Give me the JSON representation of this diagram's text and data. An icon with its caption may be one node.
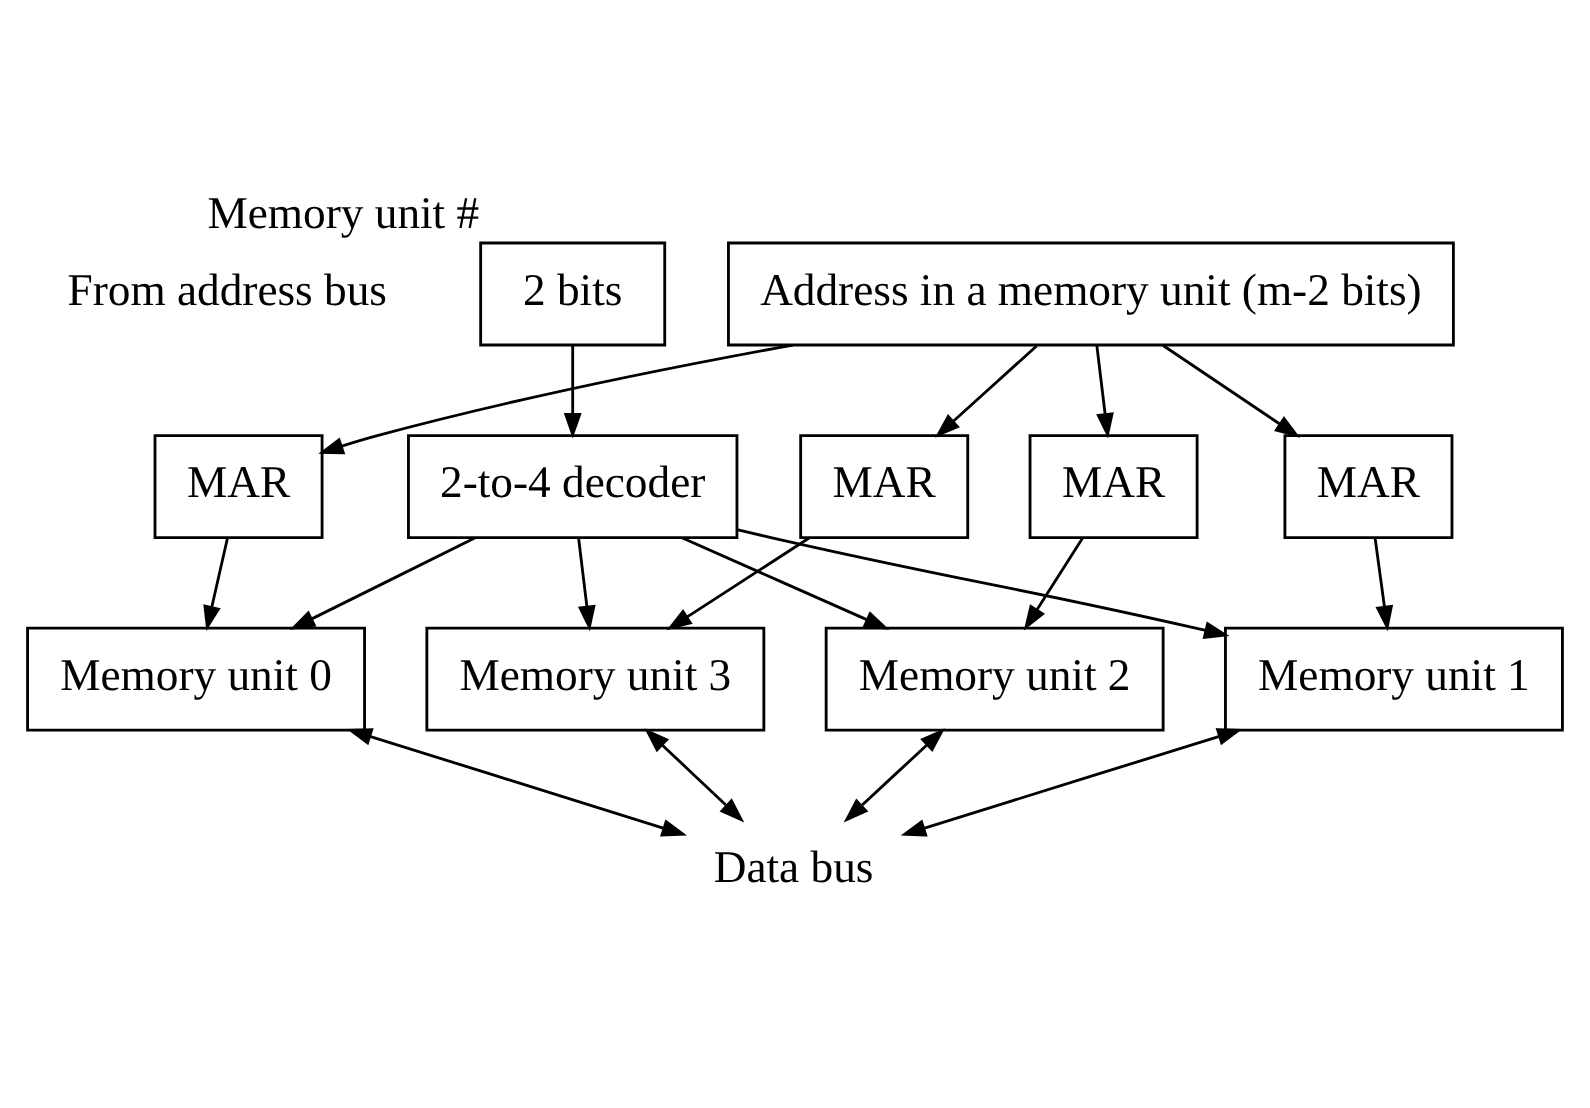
{
  "diagram": {
    "nodes": [
      {
        "text": [
          "Address in a memory unit (m-2 bits)"
        ]
      },
      {
        "text": [
          "2 bits"
        ],
        "beside": [
          "Memory unit #"
        ]
      },
      {
        "text": [
          "MAR"
        ]
      },
      {
        "text": [
          "MAR"
        ]
      },
      {
        "text": [
          "MAR"
        ]
      },
      {
        "text": [
          "MAR"
        ]
      },
      {
        "text": [
          "2-to-4 decoder"
        ]
      },
      {
        "text": [
          "Memory unit 3"
        ]
      },
      {
        "text": [
          "Memory unit 2"
        ]
      },
      {
        "text": [
          "Memory unit 1"
        ]
      },
      {
        "text": [
          "Memory unit 0"
        ]
      },
      {
        "text": [
          "Data bus"
        ]
      }
    ],
    "edges": [
      {
        "from": 0,
        "to": 2,
        "arrow": "to"
      },
      {
        "from": 0,
        "to": 3,
        "arrow": "to"
      },
      {
        "from": 0,
        "to": 4,
        "arrow": "to"
      },
      {
        "from": 0,
        "to": 5,
        "arrow": "to"
      },
      {
        "from": 1,
        "to": 6,
        "arrow": "to"
      },
      {
        "from": 2,
        "to": 7,
        "arrow": "to"
      },
      {
        "from": 3,
        "to": 8,
        "arrow": "to"
      },
      {
        "from": 4,
        "to": 9,
        "arrow": "to"
      },
      {
        "from": 5,
        "to": 10,
        "arrow": "to"
      },
      {
        "from": 6,
        "to": 10,
        "arrow": "to"
      },
      {
        "from": 6,
        "to": 9,
        "arrow": "to"
      },
      {
        "from": 6,
        "to": 8,
        "arrow": "to"
      },
      {
        "from": 6,
        "to": 7,
        "arrow": "to"
      },
      {
        "from": 7,
        "to": 11,
        "arrow": "both"
      },
      {
        "from": 8,
        "to": 11,
        "arrow": "both"
      },
      {
        "from": 9,
        "to": 11,
        "arrow": "both"
      },
      {
        "from": 10,
        "to": 11,
        "arrow": "both"
      }
    ],
    "labels": [
      "From address bus"
    ]
  }
}
